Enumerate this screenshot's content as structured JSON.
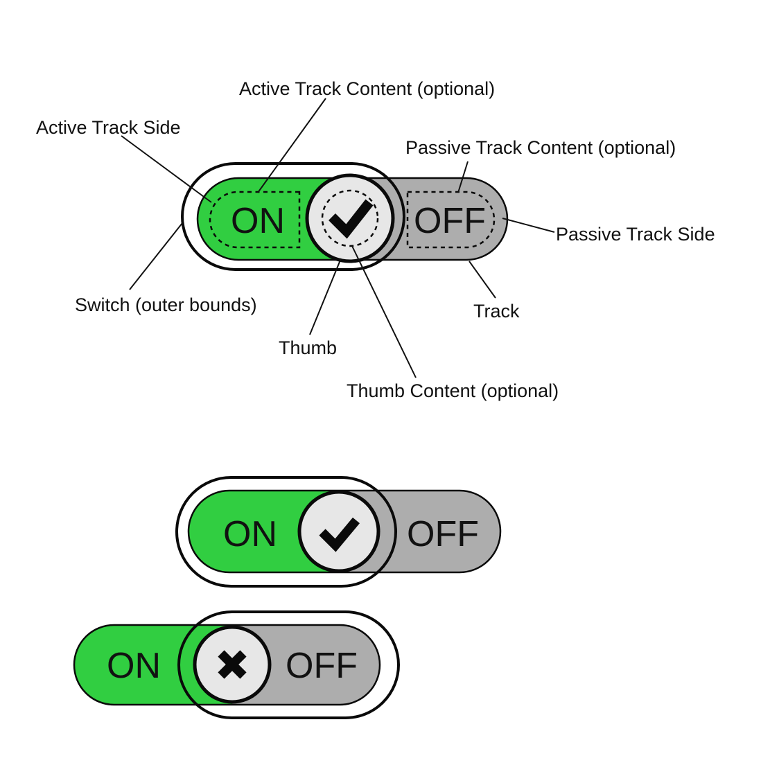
{
  "figure": {
    "background": "#ffffff",
    "colors": {
      "active_green": "#31CE41",
      "passive_gray": "#ADADAD",
      "thumb_fill": "#E7E7E7",
      "stroke_black": "#0a0a0a"
    },
    "anatomy": {
      "switch_state": {
        "active_label": "ON",
        "passive_label": "OFF"
      },
      "labels": {
        "active_track_content": "Active Track Content (optional)",
        "active_track_side": "Active Track Side",
        "passive_track_content": "Passive Track Content (optional)",
        "passive_track_side": "Passive Track Side",
        "switch_outer_bounds": "Switch (outer bounds)",
        "track": "Track",
        "thumb": "Thumb",
        "thumb_content": "Thumb Content (optional)"
      }
    },
    "examples": {
      "on_switch": {
        "active_label": "ON",
        "passive_label": "OFF",
        "thumb_glyph": "check-icon"
      },
      "off_switch": {
        "active_label": "ON",
        "passive_label": "OFF",
        "thumb_glyph": "cross-icon"
      }
    }
  }
}
